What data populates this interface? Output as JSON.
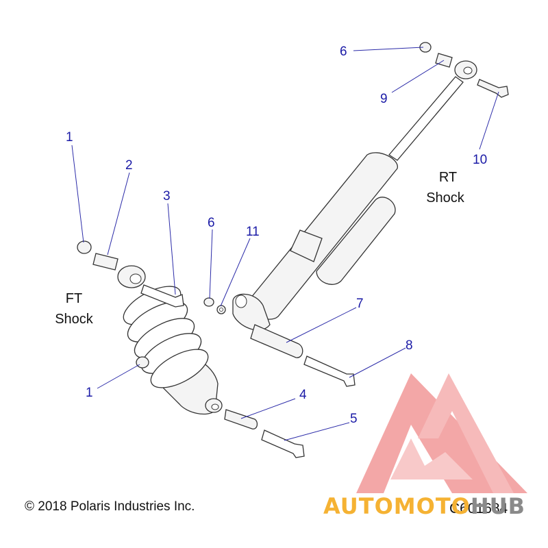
{
  "callouts": {
    "c1_top": "1",
    "c2": "2",
    "c3": "3",
    "c6_mid": "6",
    "c11": "11",
    "c1_bottom": "1",
    "c4": "4",
    "c5": "5",
    "c6_top": "6",
    "c9": "9",
    "c10": "10",
    "c7": "7",
    "c8": "8"
  },
  "labels": {
    "ft_line1": "FT",
    "ft_line2": "Shock",
    "rt_line1": "RT",
    "rt_line2": "Shock"
  },
  "footer": {
    "copyright": "© 2018 Polaris Industries Inc.",
    "drawing_id": "C601684"
  },
  "watermark": {
    "text_part1": "AUTOMOTO",
    "text_part2": "HUB",
    "color_red": "#ef5050",
    "color_orange": "#f5b233",
    "color_gray": "#8a8a8a"
  }
}
